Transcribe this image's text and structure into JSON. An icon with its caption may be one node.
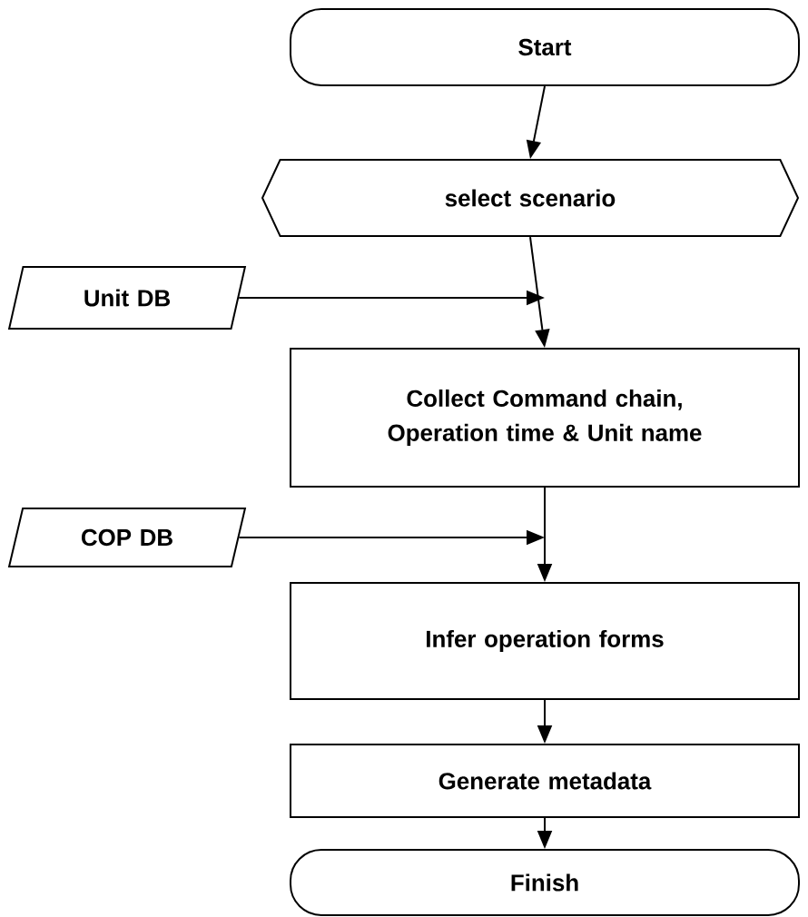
{
  "diagram": {
    "nodes": [
      {
        "text": [
          "Start"
        ]
      },
      {
        "text": [
          "select scenario"
        ]
      },
      {
        "text": [
          "Unit DB"
        ]
      },
      {
        "text": [
          "Collect Command chain, Operation time & Unit name"
        ]
      },
      {
        "text": [
          "COP DB"
        ]
      },
      {
        "text": [
          "Infer operation forms"
        ]
      },
      {
        "text": [
          "Generate metadata"
        ]
      },
      {
        "text": [
          "Finish"
        ]
      }
    ],
    "edges": [
      {
        "from": 0,
        "to": 1,
        "arrow": "to"
      },
      {
        "from": 1,
        "to": 3,
        "arrow": "to"
      },
      {
        "from": 2,
        "to": 3,
        "arrow": "to"
      },
      {
        "from": 3,
        "to": 5,
        "arrow": "to"
      },
      {
        "from": 4,
        "to": 5,
        "arrow": "to"
      },
      {
        "from": 5,
        "to": 6,
        "arrow": "to"
      },
      {
        "from": 6,
        "to": 7,
        "arrow": "to"
      }
    ]
  }
}
